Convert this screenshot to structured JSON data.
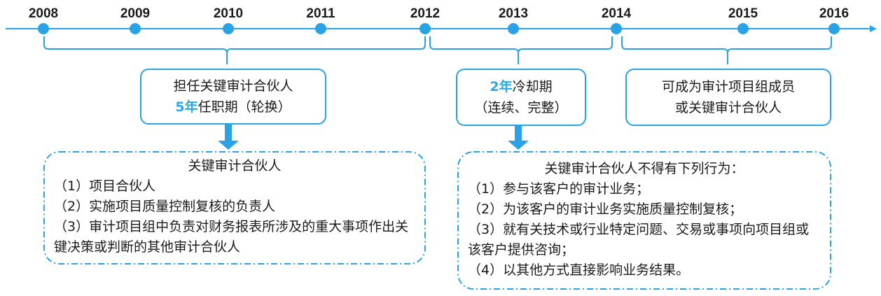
{
  "timeline": {
    "years": [
      "2008",
      "2009",
      "2010",
      "2011",
      "2012",
      "2013",
      "2014",
      "2015",
      "2016"
    ],
    "line_color": "#29a3e6"
  },
  "periods": [
    {
      "line1": "担任关键审计合伙人",
      "line2_highlight": "5年",
      "line2_rest": "任职期（轮换）"
    },
    {
      "line1_highlight": "2年",
      "line1_rest": "冷却期",
      "line2": "（连续、完整）"
    },
    {
      "line1": "可成为审计项目组成员",
      "line2": "或关键审计合伙人"
    }
  ],
  "left_panel": {
    "title": "关键审计合伙人",
    "items": [
      "（1）项目合伙人",
      "（2）实施项目质量控制复核的负责人",
      "（3）审计项目组中负责对财务报表所涉及的重大事项作出关键决策或判断的其他审计合伙人"
    ]
  },
  "right_panel": {
    "title": "关键审计合伙人不得有下列行为：",
    "items": [
      "（1）参与该客户的审计业务；",
      "（2）为该客户的审计业务实施质量控制复核；",
      "（3）就有关技术或行业特定问题、交易或事项向项目组或该客户提供咨询；",
      "（4）以其他方式直接影响业务结果。"
    ]
  },
  "colors": {
    "accent": "#29a3e6",
    "highlight": "#2aa8e8"
  }
}
